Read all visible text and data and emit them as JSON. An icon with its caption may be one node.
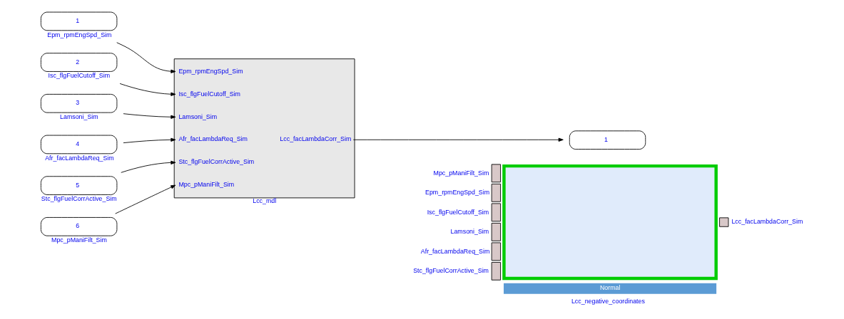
{
  "diagram": {
    "nodes": [
      {
        "text": [
          "1"
        ],
        "beside": [
          "Epm_rpmEngSpd_Sim"
        ]
      },
      {
        "text": [
          "2"
        ],
        "beside": [
          "Isc_flgFuelCutoff_Sim"
        ]
      },
      {
        "text": [
          "3"
        ],
        "beside": [
          "Lamsoni_Sim"
        ]
      },
      {
        "text": [
          "4"
        ],
        "beside": [
          "Afr_facLambdaReq_Sim"
        ]
      },
      {
        "text": [
          "5"
        ],
        "beside": [
          "Stc_flgFuelCorrActive_Sim"
        ]
      },
      {
        "text": [
          "6"
        ],
        "beside": [
          "Mpc_pManiFilt_Sim"
        ]
      },
      {
        "text": [
          "Epm_rpmEngSpd_Sim",
          "Isc_flgFuelCutoff_Sim",
          "Lamsoni_Sim",
          "Afr_facLambdaReq_Sim",
          "Stc_flgFuelCorrActive_Sim",
          "Mpc_pManiFilt_Sim",
          "Lcc_facLambdaCorr_Sim"
        ],
        "beside": [
          "Lcc_mdl"
        ]
      },
      {
        "text": [
          "1"
        ]
      },
      {
        "text": [
          "Mpc_pManiFilt_Sim",
          "Epm_rpmEngSpd_Sim",
          "Isc_flgFuelCutoff_Sim",
          "Lamsoni_Sim",
          "Afr_facLambdaReq_Sim",
          "Stc_flgFuelCorrActive_Sim",
          "Lcc_facLambdaCorr_Sim",
          "Normal"
        ],
        "beside": [
          "Lcc_negative_coordinates"
        ]
      }
    ],
    "edges": [
      {
        "from": 0,
        "to": 6,
        "arrow": "to"
      },
      {
        "from": 1,
        "to": 6,
        "arrow": "to"
      },
      {
        "from": 2,
        "to": 6,
        "arrow": "to"
      },
      {
        "from": 3,
        "to": 6,
        "arrow": "to"
      },
      {
        "from": 4,
        "to": 6,
        "arrow": "to"
      },
      {
        "from": 5,
        "to": 6,
        "arrow": "to"
      },
      {
        "from": 6,
        "to": 7,
        "arrow": "to"
      }
    ]
  }
}
